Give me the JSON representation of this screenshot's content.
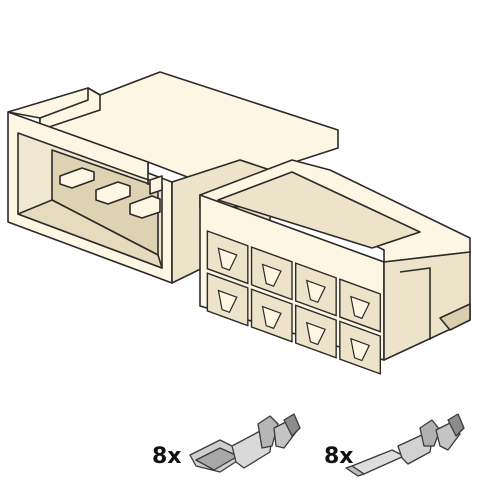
{
  "colors": {
    "housing": "#fdf6e3",
    "housing_shade": "#ece3c8",
    "housing_dark": "#d9cfae",
    "outline": "#2b2b2b",
    "terminal_light": "#d9d9d9",
    "terminal_mid": "#b5b5b5",
    "terminal_dark": "#8c8c8c"
  },
  "components": {
    "male_housing": {
      "icon": "connector-housing-male-icon"
    },
    "female_housing": {
      "icon": "connector-housing-female-icon",
      "cavity_rows": 2,
      "cavity_cols": 4
    }
  },
  "parts": [
    {
      "quantity_label": "8x",
      "icon": "female-crimp-terminal-icon"
    },
    {
      "quantity_label": "8x",
      "icon": "male-crimp-terminal-icon"
    }
  ]
}
